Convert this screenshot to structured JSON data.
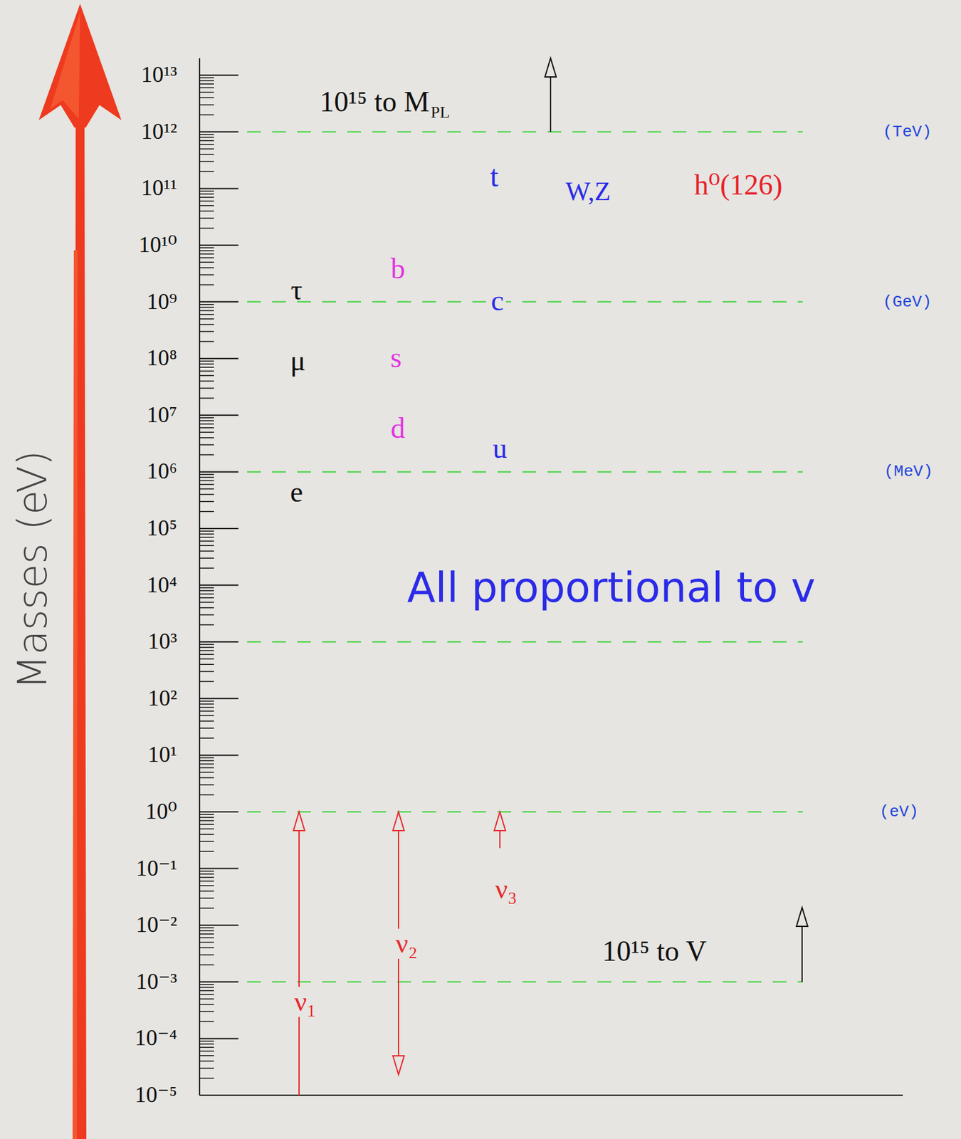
{
  "diagram": {
    "labels": [
      "Masses (eV)",
      "10¹³",
      "10¹²",
      "10¹¹",
      "10¹⁰",
      "10⁹",
      "10⁸",
      "10⁷",
      "10⁶",
      "10⁵",
      "10⁴",
      "10³",
      "10²",
      "10¹",
      "10⁰",
      "10⁻¹",
      "10⁻²",
      "10⁻³",
      "10⁻⁴",
      "10⁻⁵",
      "10¹⁵ to M",
      "PL",
      "(TeV)",
      "t",
      "W,Z",
      "h⁰(126)",
      "b",
      "τ",
      "(GeV)",
      "c",
      "μ",
      "s",
      "d",
      "u",
      "(MeV)",
      "e",
      "All proportional to v",
      "(eV)",
      "ν₃",
      "ν₂",
      "10¹⁵ to V",
      "ν₁"
    ]
  }
}
